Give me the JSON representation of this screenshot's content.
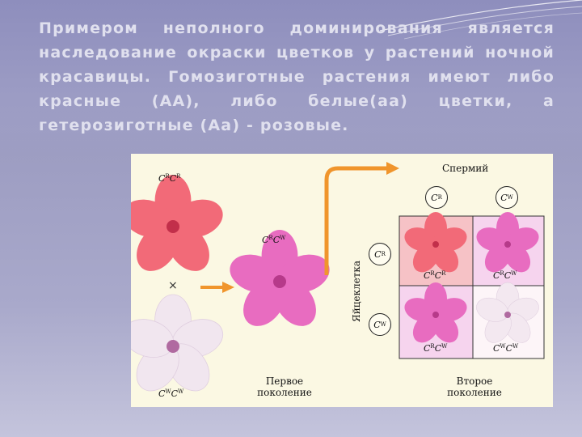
{
  "slide": {
    "text": "Примером неполного доминирования является наследование окраски цветков у растений ночной красавицы. Гомозиготные растения имеют либо красные (AA), либо белые(aa) цветки, а гетерозиготные (Aa) - розовые."
  },
  "figure": {
    "parent_red": {
      "base": "C",
      "sup1": "R",
      "sup2": "R"
    },
    "parent_white": {
      "base": "C",
      "sup1": "W",
      "sup2": "W"
    },
    "cross_symbol": "×",
    "f1": {
      "base": "C",
      "sup1": "R",
      "sup2": "W"
    },
    "first_generation": "Первое\nпоколение",
    "second_generation": "Второе\nпоколение",
    "sperm_label": "Спермий",
    "egg_label": "Яйцеклетка",
    "sperm_alleles": [
      {
        "base": "C",
        "sup": "R"
      },
      {
        "base": "C",
        "sup": "W"
      }
    ],
    "egg_alleles": [
      {
        "base": "C",
        "sup": "R"
      },
      {
        "base": "C",
        "sup": "W"
      }
    ],
    "punnett": [
      {
        "sup1": "R",
        "sup2": "R"
      },
      {
        "sup1": "R",
        "sup2": "W"
      },
      {
        "sup1": "R",
        "sup2": "W"
      },
      {
        "sup1": "W",
        "sup2": "W"
      }
    ],
    "colors": {
      "red_flower": "#f26a78",
      "pink_flower": "#e86cc0",
      "white_flower": "#f3e8f0",
      "arrow": "#f0952c",
      "cell_rr": "#f6c2c6",
      "cell_rw": "#f6d4ee",
      "cell_ww": "#fdf5f8"
    }
  }
}
